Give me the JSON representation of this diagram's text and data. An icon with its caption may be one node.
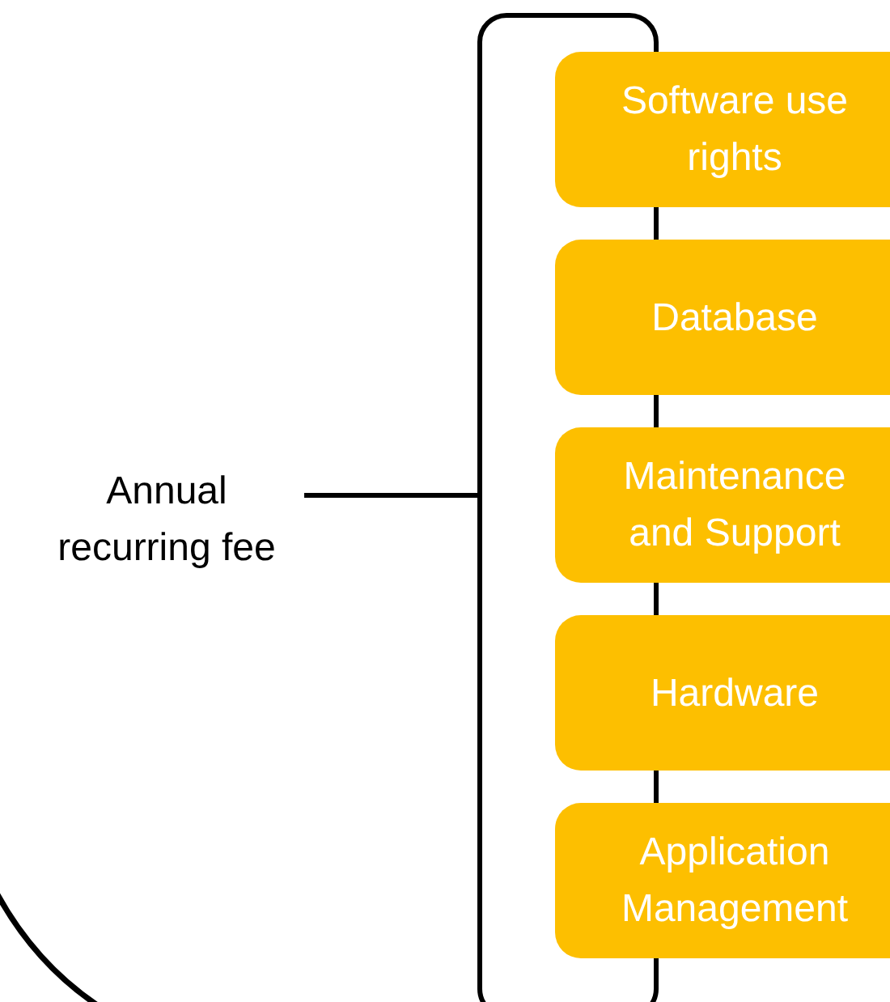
{
  "diagram": {
    "nodes": [
      {
        "text": [
          "Annual recurring fee"
        ]
      },
      {
        "text": [],
        "shape": "box"
      },
      {
        "text": [
          "Software use rights"
        ]
      },
      {
        "text": [
          "Database"
        ]
      },
      {
        "text": [
          "Maintenance and Support"
        ]
      },
      {
        "text": [
          "Hardware"
        ]
      },
      {
        "text": [
          "Application Management"
        ]
      }
    ],
    "edges": [
      {
        "from": 0,
        "to": 1,
        "arrow": "none"
      }
    ]
  }
}
